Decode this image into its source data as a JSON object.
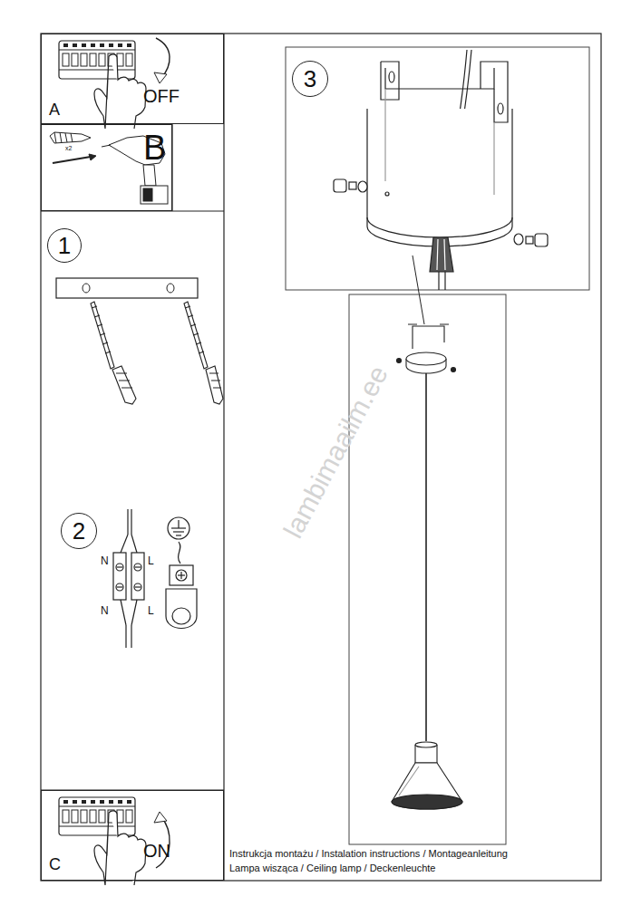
{
  "diagram": {
    "nodes": [
      {
        "text": [
          "A",
          "OFF"
        ]
      },
      {
        "text": [
          "B"
        ]
      },
      {
        "text": [
          "1"
        ]
      },
      {
        "text": [
          "2"
        ]
      },
      {
        "text": [
          "3"
        ]
      },
      {
        "text": [
          "C",
          "ON"
        ]
      }
    ],
    "labels": [
      "x2",
      "N",
      "L",
      "N",
      "L",
      "Instrukcja montażu / Instalation instructions / Montageanleitung",
      "Lampa wisząca / Ceiling lamp / Deckenleuchte",
      "lambimaailm.ee"
    ]
  }
}
